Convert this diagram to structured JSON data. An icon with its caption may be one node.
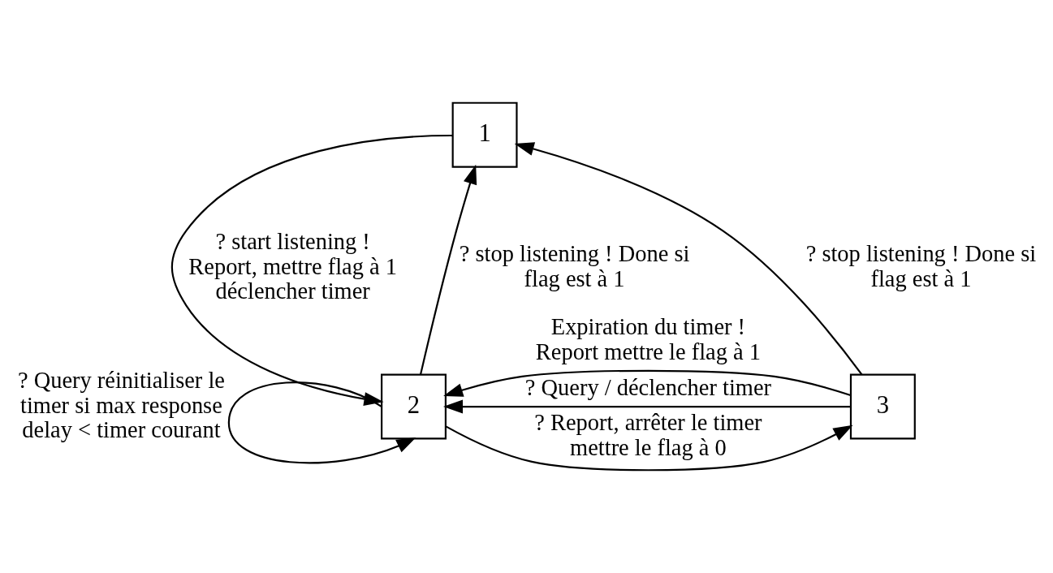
{
  "diagram": {
    "nodes": [
      {
        "text": [
          "1"
        ]
      },
      {
        "text": [
          "2"
        ]
      },
      {
        "text": [
          "3"
        ]
      }
    ],
    "edges": [
      {
        "from": 1,
        "to": 0,
        "arrow": "to",
        "label": "? stop listening ! Done si flag est à 1"
      },
      {
        "from": 0,
        "to": 1,
        "arrow": "to",
        "label": "? start listening ! Report, mettre flag à 1 déclencher timer"
      },
      {
        "from": 1,
        "to": 2,
        "arrow": "to",
        "label": "? Report, arrêter le timer mettre le flag à 0"
      },
      {
        "from": 2,
        "to": 1,
        "arrow": "to",
        "label": "? Query / déclencher timer"
      },
      {
        "from": 2,
        "to": 1,
        "arrow": "to",
        "label": "Expiration du timer ! Report mettre le flag à 1"
      },
      {
        "from": 1,
        "to": 1,
        "arrow": "to",
        "label": "? Query réinitialiser le timer si max response delay < timer courant"
      },
      {
        "from": 2,
        "to": 0,
        "arrow": "to",
        "label": "? stop listening ! Done si flag est à 1"
      }
    ]
  }
}
